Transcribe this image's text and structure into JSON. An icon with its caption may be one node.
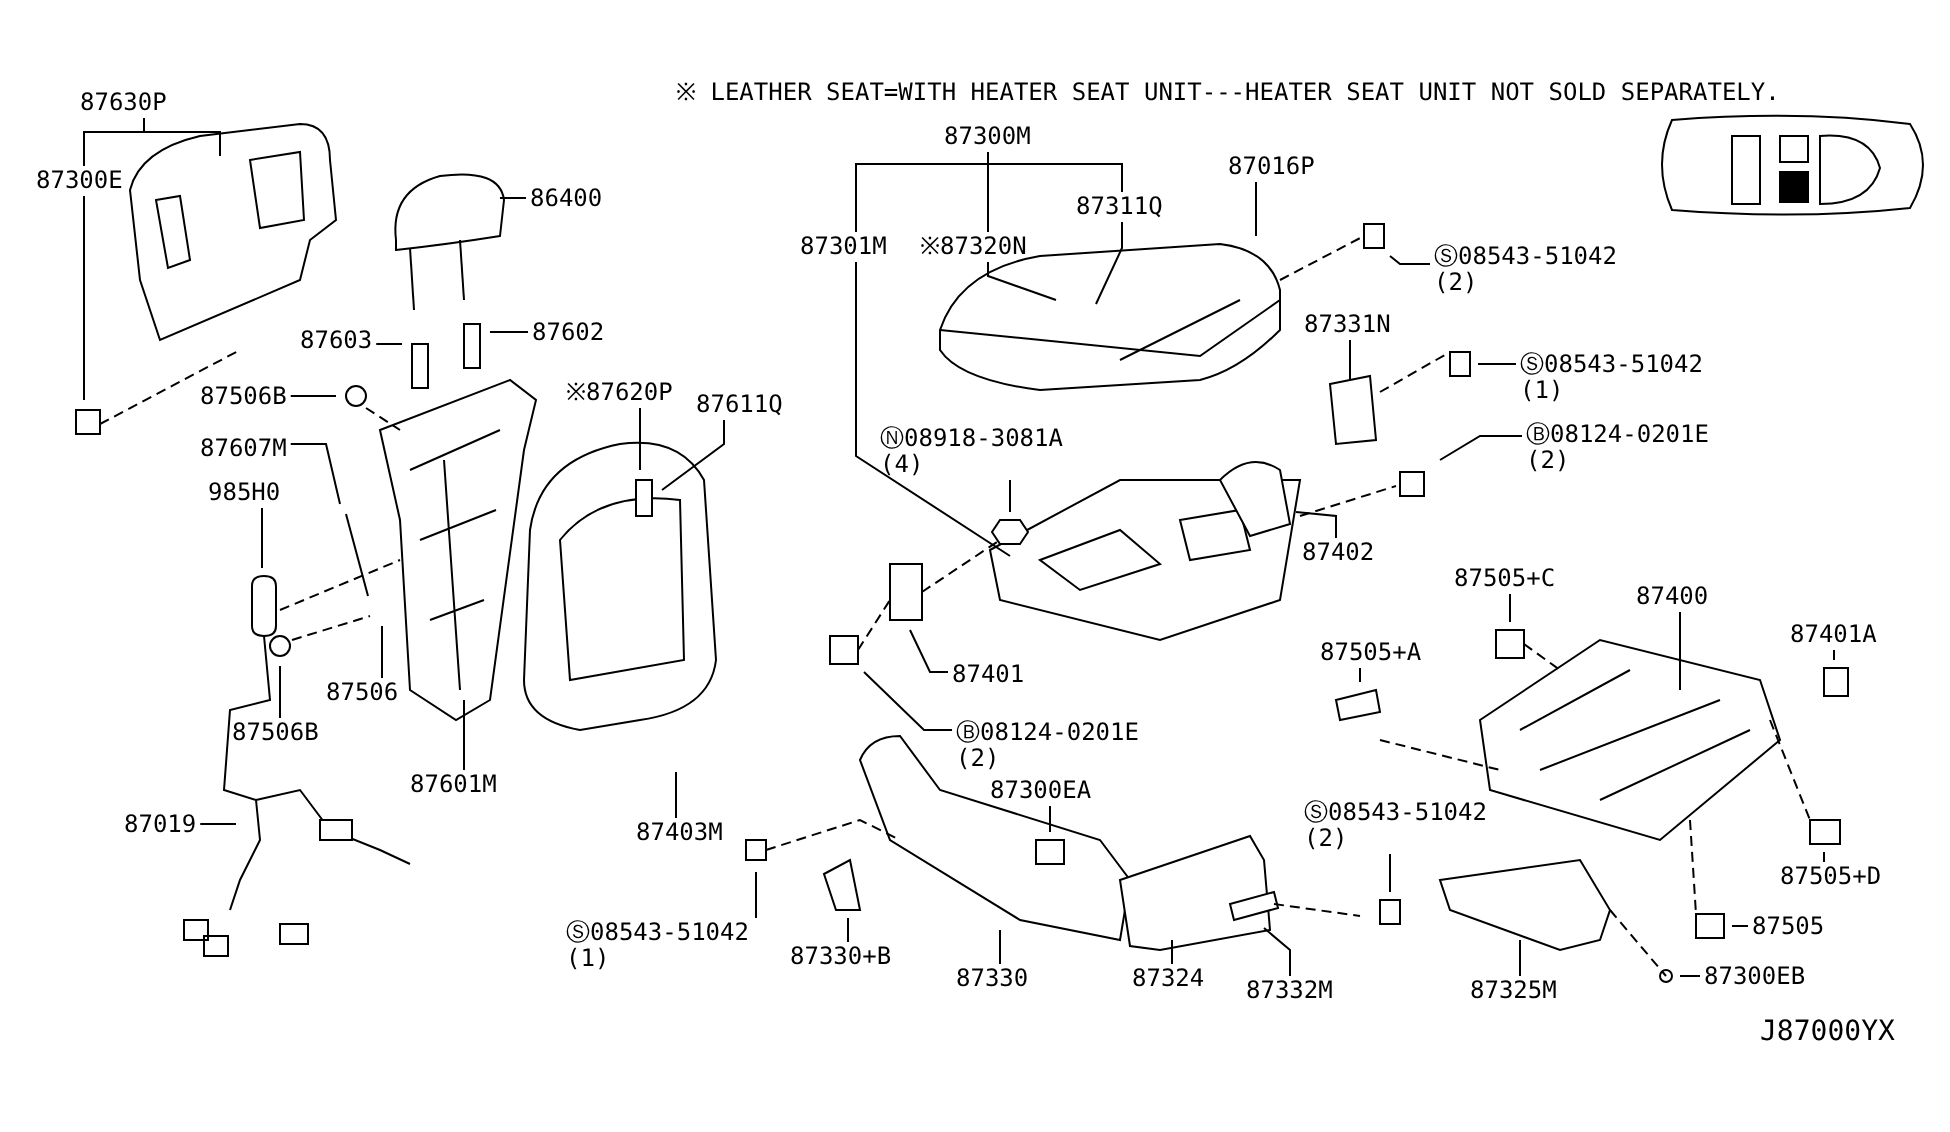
{
  "diagram": {
    "nodes": [
      {
        "text": [
          "87630P"
        ]
      },
      {
        "text": [
          "87300E"
        ]
      },
      {
        "text": [
          "86400"
        ]
      },
      {
        "text": [
          "87602"
        ]
      },
      {
        "text": [
          "87603"
        ]
      },
      {
        "text": [
          "87506B"
        ]
      },
      {
        "text": [
          "87607M"
        ]
      },
      {
        "text": [
          "985H0"
        ]
      },
      {
        "text": [
          "87506"
        ]
      },
      {
        "text": [
          "87506B"
        ]
      },
      {
        "text": [
          "87601M"
        ]
      },
      {
        "text": [
          "87019"
        ]
      },
      {
        "text": [
          "※87620P"
        ]
      },
      {
        "text": [
          "87611Q"
        ]
      },
      {
        "text": [
          "87403M"
        ]
      },
      {
        "text": [
          "Ⓢ08543-51042 (1)"
        ]
      },
      {
        "text": [
          "87330+B"
        ]
      },
      {
        "text": [
          "87330"
        ]
      },
      {
        "text": [
          "87300M"
        ]
      },
      {
        "text": [
          "87301M"
        ]
      },
      {
        "text": [
          "※87320N"
        ]
      },
      {
        "text": [
          "87311Q"
        ]
      },
      {
        "text": [
          "87016P"
        ]
      },
      {
        "text": [
          "Ⓢ08543-51042 (2)"
        ]
      },
      {
        "text": [
          "87331N"
        ]
      },
      {
        "text": [
          "Ⓢ08543-51042 (1)"
        ]
      },
      {
        "text": [
          "Ⓝ08918-3081A (4)"
        ]
      },
      {
        "text": [
          "Ⓑ08124-0201E (2)"
        ]
      },
      {
        "text": [
          "87402"
        ]
      },
      {
        "text": [
          "87401"
        ]
      },
      {
        "text": [
          "Ⓑ08124-0201E (2)"
        ]
      },
      {
        "text": [
          "87300EA"
        ]
      },
      {
        "text": [
          "87324"
        ]
      },
      {
        "text": [
          "87332M"
        ]
      },
      {
        "text": [
          "Ⓢ08543-51042 (2)"
        ]
      },
      {
        "text": [
          "87325M"
        ]
      },
      {
        "text": [
          "87300EB"
        ]
      },
      {
        "text": [
          "87505"
        ]
      },
      {
        "text": [
          "87505+D"
        ]
      },
      {
        "text": [
          "87401A"
        ]
      },
      {
        "text": [
          "87400"
        ]
      },
      {
        "text": [
          "87505+C"
        ]
      },
      {
        "text": [
          "87505+A"
        ]
      }
    ],
    "edges": [
      {
        "from": 0,
        "to": 1,
        "arrow": "none"
      },
      {
        "from": 0,
        "to": null,
        "arrow": "none"
      },
      {
        "from": 1,
        "to": null,
        "arrow": "none"
      },
      {
        "from": 2,
        "to": null,
        "arrow": "none"
      },
      {
        "from": 3,
        "to": null,
        "arrow": "none"
      },
      {
        "from": 4,
        "to": null,
        "arrow": "none"
      },
      {
        "from": 5,
        "to": null,
        "arrow": "none"
      },
      {
        "from": 6,
        "to": null,
        "arrow": "none"
      },
      {
        "from": 7,
        "to": null,
        "arrow": "none"
      },
      {
        "from": 8,
        "to": null,
        "arrow": "none"
      },
      {
        "from": 9,
        "to": null,
        "arrow": "none"
      },
      {
        "from": 10,
        "to": null,
        "arrow": "none"
      },
      {
        "from": 11,
        "to": null,
        "arrow": "none"
      },
      {
        "from": 12,
        "to": null,
        "arrow": "none"
      },
      {
        "from": 13,
        "to": null,
        "arrow": "none"
      },
      {
        "from": 14,
        "to": null,
        "arrow": "none"
      },
      {
        "from": 15,
        "to": null,
        "arrow": "none"
      },
      {
        "from": 16,
        "to": null,
        "arrow": "none"
      },
      {
        "from": 17,
        "to": null,
        "arrow": "none"
      },
      {
        "from": 18,
        "to": 19,
        "arrow": "none"
      },
      {
        "from": 18,
        "to": 20,
        "arrow": "none"
      },
      {
        "from": 18,
        "to": 21,
        "arrow": "none"
      },
      {
        "from": 19,
        "to": null,
        "arrow": "none"
      },
      {
        "from": 20,
        "to": null,
        "arrow": "none"
      },
      {
        "from": 21,
        "to": null,
        "arrow": "none"
      },
      {
        "from": 22,
        "to": null,
        "arrow": "none"
      },
      {
        "from": 23,
        "to": null,
        "arrow": "none"
      },
      {
        "from": 24,
        "to": null,
        "arrow": "none"
      },
      {
        "from": 25,
        "to": null,
        "arrow": "none"
      },
      {
        "from": 26,
        "to": null,
        "arrow": "none"
      },
      {
        "from": 27,
        "to": null,
        "arrow": "none"
      },
      {
        "from": 28,
        "to": null,
        "arrow": "none"
      },
      {
        "from": 29,
        "to": null,
        "arrow": "none"
      },
      {
        "from": 30,
        "to": null,
        "arrow": "none"
      },
      {
        "from": 31,
        "to": null,
        "arrow": "none"
      },
      {
        "from": 32,
        "to": null,
        "arrow": "none"
      },
      {
        "from": 33,
        "to": null,
        "arrow": "none"
      },
      {
        "from": 34,
        "to": null,
        "arrow": "none"
      },
      {
        "from": 35,
        "to": null,
        "arrow": "none"
      },
      {
        "from": 36,
        "to": null,
        "arrow": "none"
      },
      {
        "from": 37,
        "to": null,
        "arrow": "none"
      },
      {
        "from": 38,
        "to": null,
        "arrow": "none"
      },
      {
        "from": 39,
        "to": null,
        "arrow": "none"
      },
      {
        "from": 40,
        "to": null,
        "arrow": "none"
      },
      {
        "from": 41,
        "to": null,
        "arrow": "none"
      },
      {
        "from": 42,
        "to": null,
        "arrow": "none"
      }
    ],
    "labels": [
      "※ LEATHER SEAT=WITH HEATER SEAT UNIT---HEATER SEAT UNIT NOT SOLD SEPARATELY.",
      "J87000YX"
    ]
  }
}
